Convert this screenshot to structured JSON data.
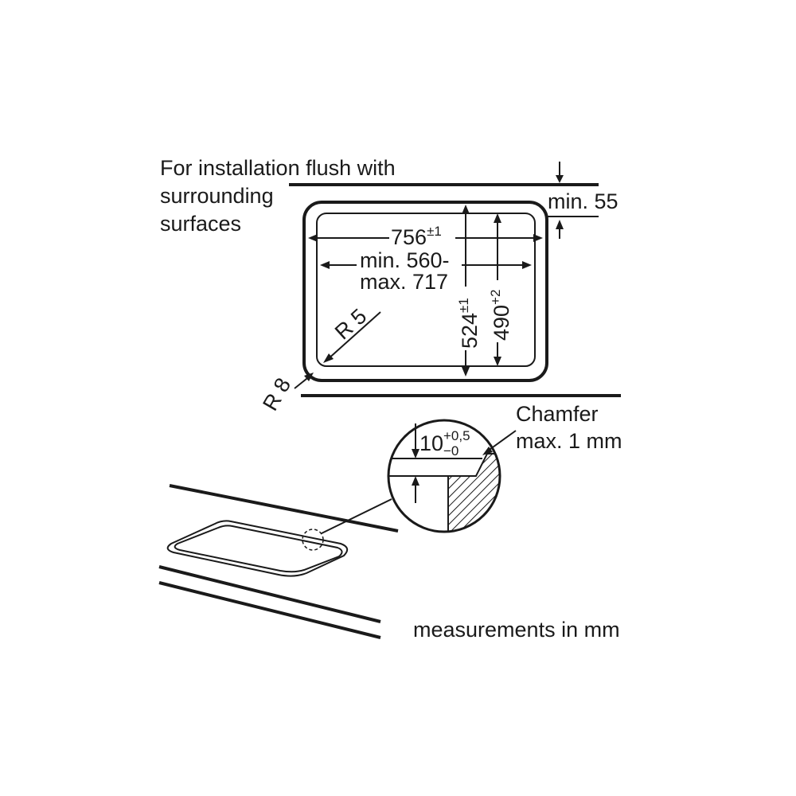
{
  "title": {
    "line1": "For installation flush with",
    "line2": "surrounding",
    "line3": "surfaces"
  },
  "dimensions": {
    "top_gap": "min. 55",
    "width": "756",
    "width_tolerance": "±1",
    "inner_width_line1": "min. 560-",
    "inner_width_line2": "max. 717",
    "radius_inner": "R 5",
    "radius_outer": "R 8",
    "depth": "524",
    "depth_tolerance": "±1",
    "inner_depth": "490",
    "inner_depth_tolerance": "+2"
  },
  "detail": {
    "chamfer_line1": "Chamfer",
    "chamfer_line2": "max. 1 mm",
    "step_value": "10",
    "step_tol_upper": "+0,5",
    "step_tol_lower": "−0"
  },
  "footer": {
    "units": "measurements in mm"
  },
  "colors": {
    "ink": "#1a1a1a",
    "background": "#ffffff"
  }
}
